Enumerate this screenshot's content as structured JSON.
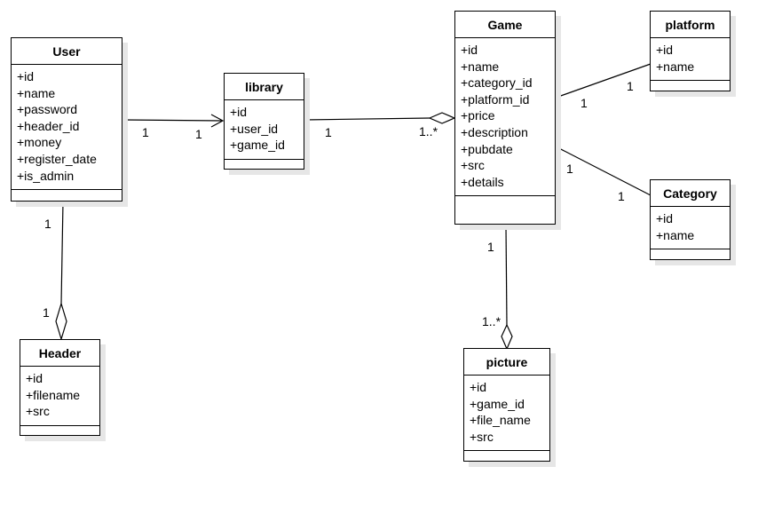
{
  "classes": {
    "user": {
      "name": "User",
      "attributes": [
        "+id",
        "+name",
        "+password",
        "+header_id",
        "+money",
        "+register_date",
        "+is_admin"
      ]
    },
    "library": {
      "name": "library",
      "attributes": [
        "+id",
        "+user_id",
        "+game_id"
      ]
    },
    "game": {
      "name": "Game",
      "attributes": [
        "+id",
        "+name",
        "+category_id",
        "+platform_id",
        "+price",
        "+description",
        "+pubdate",
        "+src",
        "+details"
      ]
    },
    "platform": {
      "name": "platform",
      "attributes": [
        "+id",
        "+name"
      ]
    },
    "category": {
      "name": "Category",
      "attributes": [
        "+id",
        "+name"
      ]
    },
    "header": {
      "name": "Header",
      "attributes": [
        "+id",
        "+filename",
        "+src"
      ]
    },
    "picture": {
      "name": "picture",
      "attributes": [
        "+id",
        "+game_id",
        "+file_name",
        "+src"
      ]
    }
  },
  "associations": [
    {
      "from": "User",
      "to": "library",
      "kind": "navigable",
      "from_mult": "1",
      "to_mult": "1"
    },
    {
      "from": "library",
      "to": "Game",
      "kind": "aggregation",
      "from_mult": "1",
      "to_mult": "1..*"
    },
    {
      "from": "Game",
      "to": "platform",
      "kind": "plain",
      "from_mult": "1",
      "to_mult": "1"
    },
    {
      "from": "Game",
      "to": "Category",
      "kind": "plain",
      "from_mult": "1",
      "to_mult": "1"
    },
    {
      "from": "User",
      "to": "Header",
      "kind": "aggregation",
      "from_mult": "1",
      "to_mult": "1"
    },
    {
      "from": "Game",
      "to": "picture",
      "kind": "aggregation",
      "from_mult": "1",
      "to_mult": "1..*"
    }
  ]
}
